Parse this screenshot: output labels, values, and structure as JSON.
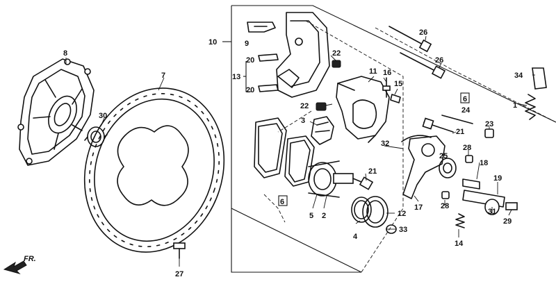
{
  "diagram": {
    "labels": {
      "l1": "1",
      "l2": "2",
      "l3": "3",
      "l4": "4",
      "l5": "5",
      "l6a": "6",
      "l6b": "6",
      "l7": "7",
      "l8": "8",
      "l9": "9",
      "l10": "10",
      "l11": "11",
      "l12": "12",
      "l13": "13",
      "l14": "14",
      "l15": "15",
      "l16": "16",
      "l17": "17",
      "l18": "18",
      "l19": "19",
      "l20a": "20",
      "l20b": "20",
      "l21a": "21",
      "l21b": "21",
      "l22a": "22",
      "l22b": "22",
      "l23": "23",
      "l24": "24",
      "l25": "25",
      "l26a": "26",
      "l26b": "26",
      "l27": "27",
      "l28a": "28",
      "l28b": "28",
      "l29": "29",
      "l30": "30",
      "l31": "31",
      "l32": "32",
      "l33": "33",
      "l34": "34"
    },
    "direction": "FR."
  }
}
